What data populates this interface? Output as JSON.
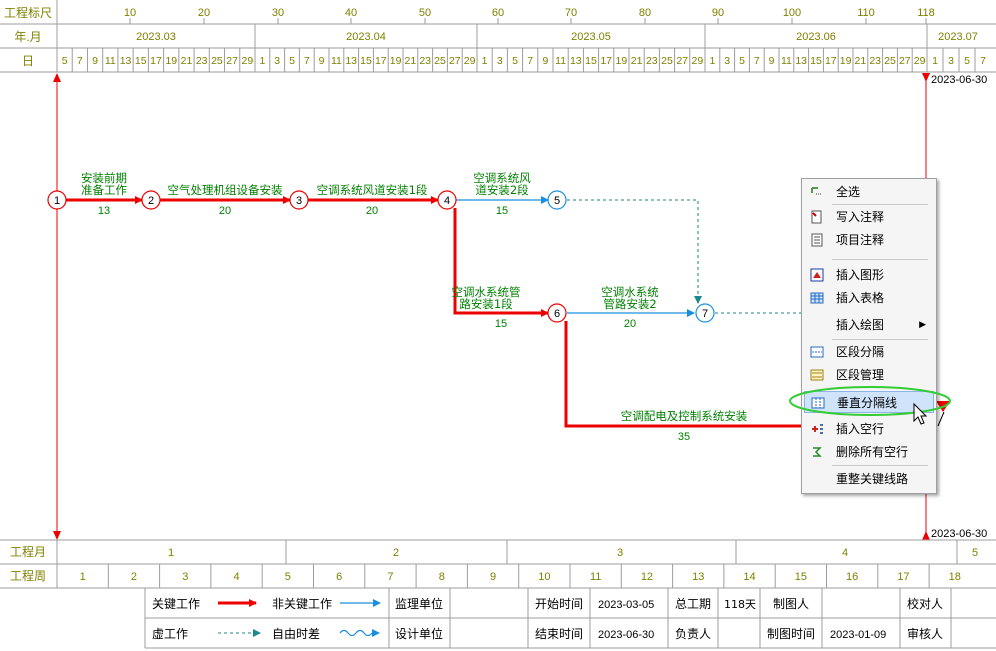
{
  "header": {
    "scale_label": "工程标尺",
    "month_row_label": "年.月",
    "day_row_label": "日",
    "scale_ticks": [
      "10",
      "20",
      "30",
      "40",
      "50",
      "60",
      "70",
      "80",
      "90",
      "100",
      "110",
      "118"
    ],
    "months": [
      "2023.03",
      "2023.04",
      "2023.05",
      "2023.06",
      "2023.07"
    ],
    "days": {
      "m03": [
        "5",
        "7",
        "9",
        "11",
        "13",
        "15",
        "17",
        "19",
        "21",
        "23",
        "25",
        "27",
        "29"
      ],
      "m04": [
        "1",
        "3",
        "5",
        "7",
        "9",
        "11",
        "13",
        "15",
        "17",
        "19",
        "21",
        "23",
        "25",
        "27",
        "29"
      ],
      "m05": [
        "1",
        "3",
        "5",
        "7",
        "9",
        "11",
        "13",
        "15",
        "17",
        "19",
        "21",
        "23",
        "25",
        "27",
        "29"
      ],
      "m06": [
        "1",
        "3",
        "5",
        "7",
        "9",
        "11",
        "13",
        "15",
        "17",
        "19",
        "21",
        "23",
        "25",
        "27",
        "29"
      ],
      "m07": [
        "1",
        "3",
        "5",
        "7"
      ]
    }
  },
  "network": {
    "nodes": [
      "1",
      "2",
      "3",
      "4",
      "5",
      "6",
      "7"
    ],
    "end_date_top": "2023-06-30",
    "end_date_bottom": "2023-06-30",
    "activities": [
      {
        "label_line1": "安装前期",
        "label_line2": "准备工作",
        "duration": "13"
      },
      {
        "label_line1": "空气处理机组设备安装",
        "label_line2": "",
        "duration": "20"
      },
      {
        "label_line1": "空调系统风道安装1段",
        "label_line2": "",
        "duration": "20"
      },
      {
        "label_line1": "空调系统风",
        "label_line2": "道安装2段",
        "duration": "15"
      },
      {
        "label_line1": "空调水系统管",
        "label_line2": "路安装1段",
        "duration": "15"
      },
      {
        "label_line1": "空调水系统",
        "label_line2": "管路安装2",
        "duration": "20"
      },
      {
        "label_line1": "空调配电及控制系统安装",
        "label_line2": "",
        "duration": "35"
      }
    ]
  },
  "context_menu": {
    "items": [
      {
        "label": "全选",
        "icon": "select-all-icon"
      },
      {
        "label": "写入注释",
        "icon": "write-note-icon"
      },
      {
        "label": "项目注释",
        "icon": "project-note-icon"
      },
      {
        "label": "插入图形",
        "icon": "insert-shape-icon"
      },
      {
        "label": "插入表格",
        "icon": "insert-table-icon"
      },
      {
        "label": "插入绘图",
        "icon": "",
        "submenu": true
      },
      {
        "label": "区段分隔",
        "icon": "section-divide-icon"
      },
      {
        "label": "区段管理",
        "icon": "section-manage-icon"
      },
      {
        "label": "垂直分隔线",
        "icon": "vertical-divider-icon",
        "highlighted": true
      },
      {
        "label": "插入空行",
        "icon": "insert-row-icon"
      },
      {
        "label": "删除所有空行",
        "icon": "delete-rows-icon"
      },
      {
        "label": "重整关键线路",
        "icon": ""
      }
    ]
  },
  "footer": {
    "month_label": "工程月",
    "week_label": "工程周",
    "months": [
      "1",
      "2",
      "3",
      "4",
      "5"
    ],
    "weeks": [
      "1",
      "2",
      "3",
      "4",
      "5",
      "6",
      "7",
      "8",
      "9",
      "10",
      "11",
      "12",
      "13",
      "14",
      "15",
      "16",
      "17",
      "18"
    ],
    "legend": {
      "critical": "关键工作",
      "noncritical": "非关键工作",
      "dummy": "虚工作",
      "free_float": "自由时差"
    },
    "info": {
      "supervisor_label": "监理单位",
      "designer_label": "设计单位",
      "start_label": "开始时间",
      "start_value": "2023-03-05",
      "end_label": "结束时间",
      "end_value": "2023-06-30",
      "duration_label": "总工期",
      "duration_value": "118天",
      "responsible_label": "负责人",
      "maker_label": "制图人",
      "make_time_label": "制图时间",
      "make_time_value": "2023-01-09",
      "checker_label": "校对人",
      "reviewer_label": "审核人"
    }
  },
  "colors": {
    "critical": "#ee0000",
    "noncritical": "#1a8fe0",
    "label_green": "#008000",
    "header_text": "#808000",
    "grid": "#9c9c9c",
    "menu_bg": "#f5f5f5",
    "highlight_ring": "#33cc33"
  }
}
